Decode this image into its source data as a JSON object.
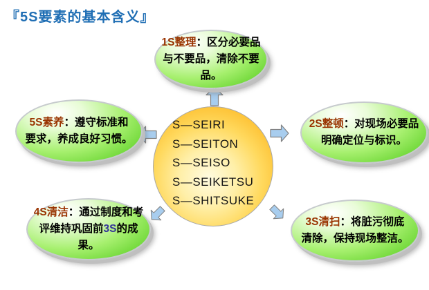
{
  "title": "『5S要素的基本含义』",
  "colors": {
    "title_color": "#1F6EB4",
    "bubble_label_color": "#993300",
    "bubble_green_light": "#FFFFFF",
    "bubble_green_mid": "#A7F06F",
    "bubble_green_dark": "#55CC1E",
    "circle_yellow_light": "#FFFBE0",
    "circle_orange_dark": "#F5A31A",
    "arrow_fill": "#A8CDEE",
    "arrow_stroke": "#808080",
    "highlight_color": "#333399",
    "rim_color": "#BFBFBF"
  },
  "center_circle": {
    "lines": [
      "S—SEIRI",
      "S—SEITON",
      "S—SEISO",
      "S—SEIKETSU",
      "S—SHITSUKE"
    ]
  },
  "bubbles": [
    {
      "id": "1s",
      "label": "1S整理",
      "text": "：区分必要品与不要品，清除不要品。"
    },
    {
      "id": "2s",
      "label": "2S整顿",
      "text": "：对现场必要品明确定位与标识。"
    },
    {
      "id": "3s",
      "label": "3S清扫",
      "text": "：将脏污彻底清除，保持现场整洁。"
    },
    {
      "id": "4s",
      "label": "4S清洁",
      "text_before": "：通过制度和考评维持巩固前",
      "text_highlight": "3S",
      "text_after": "的成果。"
    },
    {
      "id": "5s",
      "label": "5S素养",
      "text": "：遵守标准和要求，养成良好习惯。"
    }
  ],
  "arrows": [
    "up",
    "left",
    "right",
    "down-left",
    "down-right"
  ]
}
